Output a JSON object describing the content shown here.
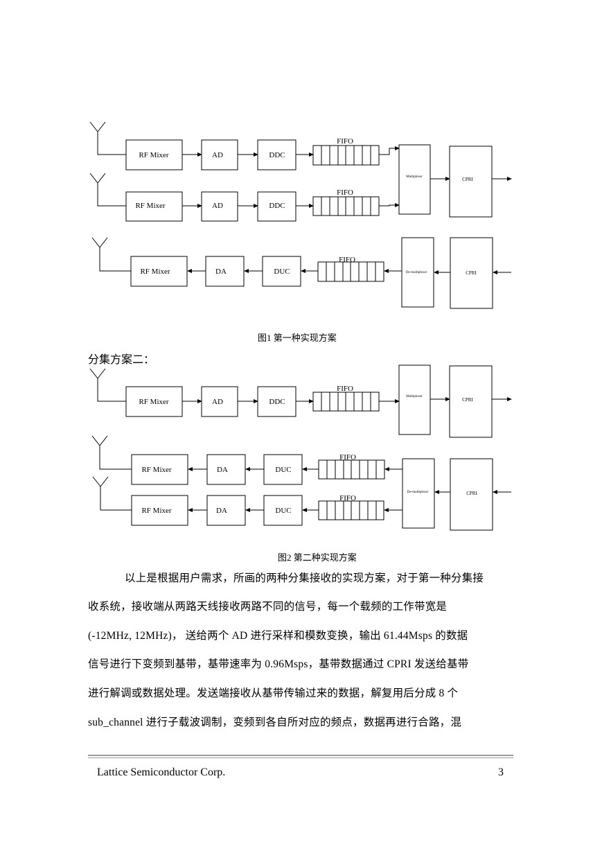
{
  "figure1": {
    "caption": "图1 第一种实现方案",
    "rx1": {
      "mixer": "RF Mixer",
      "adc": "AD",
      "ddc": "DDC",
      "fifo": "FIFO"
    },
    "rx2": {
      "mixer": "RF Mixer",
      "adc": "AD",
      "ddc": "DDC",
      "fifo": "FIFO"
    },
    "mux": "Multiplexer",
    "cpri_top": "CPRI",
    "tx1": {
      "mixer": "RF Mixer",
      "dac": "DA",
      "duc": "DUC",
      "fifo": "FIFO"
    },
    "demux": "De-multiplexer",
    "cpri_bottom": "CPRI"
  },
  "heading": "分集方案二：",
  "figure2": {
    "caption": "图2 第二种实现方案",
    "rx1": {
      "mixer": "RF Mixer",
      "adc": "AD",
      "ddc": "DDC",
      "fifo": "FIFO"
    },
    "mux": "Multiplexer",
    "cpri_top": "CPRI",
    "tx1": {
      "mixer": "RF Mixer",
      "dac": "DA",
      "duc": "DUC",
      "fifo": "FIFO"
    },
    "tx2": {
      "mixer": "RF Mixer",
      "dac": "DA",
      "duc": "DUC",
      "fifo": "FIFO"
    },
    "demux": "De-multiplexer",
    "cpri_bottom": "CPRI"
  },
  "body": {
    "line1": "以上是根据用户需求，所画的两种分集接收的实现方案，对于第一种分集接",
    "line2": "收系统，接收端从两路天线接收两路不同的信号，每一个载频的工作带宽是",
    "line3": "(-12MHz, 12MHz)，  送给两个 AD 进行采样和模数变换，输出 61.44Msps 的数据",
    "line4": "信号进行下变频到基带，基带速率为 0.96Msps，基带数据通过 CPRI 发送给基带",
    "line5": "进行解调或数据处理。发送端接收从基带传输过来的数据，解复用后分成 8 个",
    "line6": "sub_channel 进行子载波调制，变频到各自所对应的频点，数据再进行合路，混"
  },
  "footer": {
    "company": "Lattice Semiconductor Corp.",
    "page_number": "3"
  }
}
